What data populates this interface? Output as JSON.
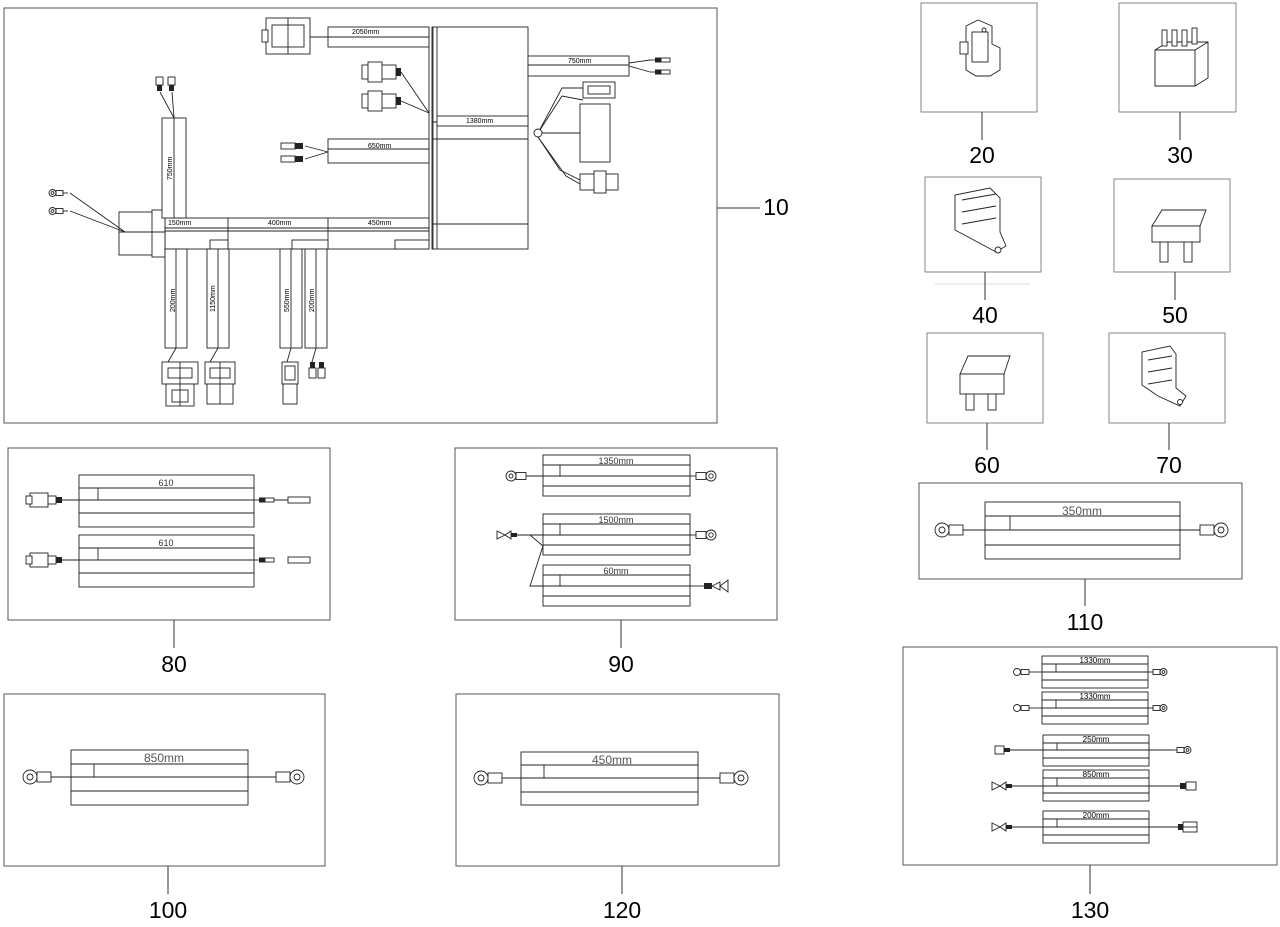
{
  "callouts": {
    "c10": "10",
    "c20": "20",
    "c30": "30",
    "c40": "40",
    "c50": "50",
    "c60": "60",
    "c70": "70",
    "c80": "80",
    "c90": "90",
    "c100": "100",
    "c110": "110",
    "c120": "120",
    "c130": "130"
  },
  "main_harness": {
    "d2050": "2050mm",
    "d750a": "750mm",
    "d1380": "1380mm",
    "d650": "650mm",
    "d750v": "750mm",
    "d150": "150mm",
    "d400": "400mm",
    "d450": "450mm",
    "d200a": "200mm",
    "d1150": "1150mm",
    "d550": "550mm",
    "d200b": "200mm"
  },
  "part80": {
    "len_top": "610",
    "len_bottom": "610"
  },
  "part90": {
    "len1": "1350mm",
    "len2": "1500mm",
    "len3": "60mm"
  },
  "part100": {
    "len": "850mm"
  },
  "part110": {
    "len": "350mm"
  },
  "part120": {
    "len": "450mm"
  },
  "part130": {
    "len1": "1330mm",
    "len2": "1330mm",
    "len3": "250mm",
    "len4": "850mm",
    "len5": "200mm"
  },
  "colors": {
    "line": "#222222",
    "frame": "#555555",
    "label_gray": "#555555"
  },
  "icons": [
    "connector-icon",
    "relay-icon",
    "fuse-icon",
    "fuse-holder-icon",
    "ring-terminal-icon",
    "spade-terminal-icon"
  ]
}
